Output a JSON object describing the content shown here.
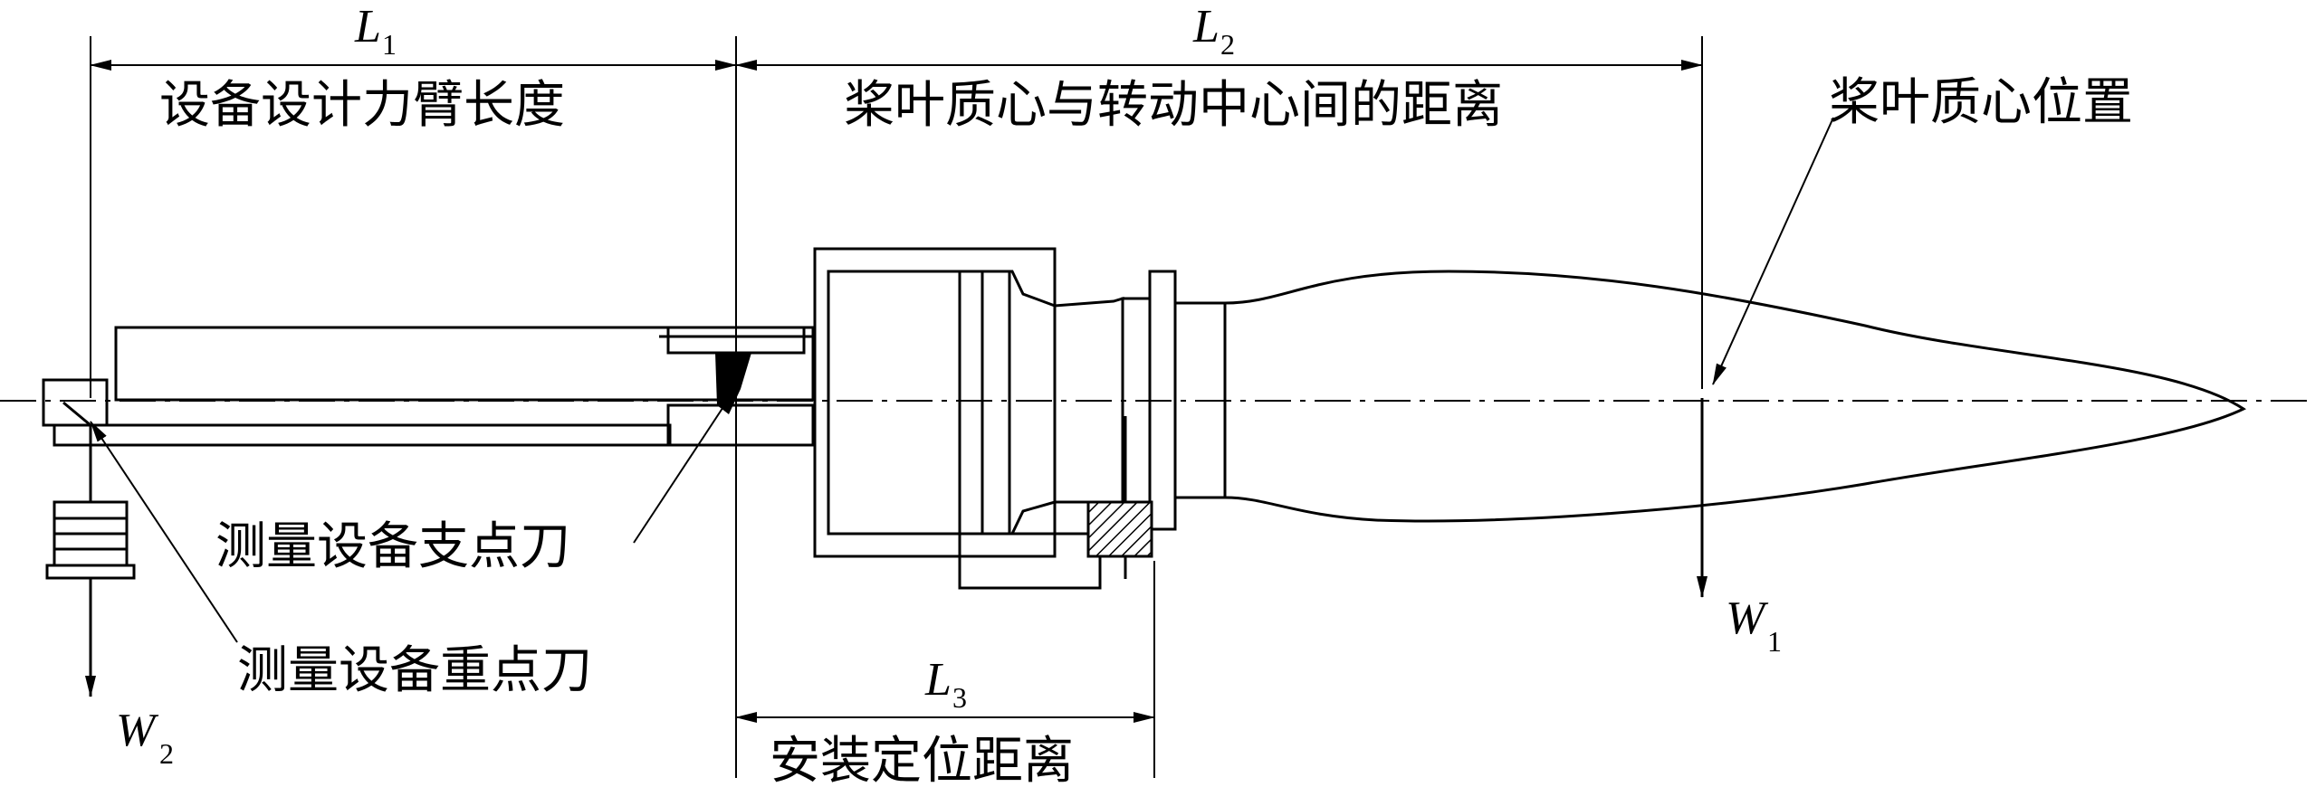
{
  "dimensions": {
    "l1": {
      "symbol": "L",
      "sub": "1",
      "label": "设备设计力臂长度"
    },
    "l2": {
      "symbol": "L",
      "sub": "2",
      "label": "桨叶质心与转动中心间的距离"
    },
    "l3": {
      "symbol": "L",
      "sub": "3",
      "label": "安装定位距离"
    }
  },
  "callouts": {
    "centroid": "桨叶质心位置",
    "fulcrum_knife": "测量设备支点刀",
    "weight_knife": "测量设备重点刀"
  },
  "forces": {
    "w1": {
      "symbol": "W",
      "sub": "1"
    },
    "w2": {
      "symbol": "W",
      "sub": "2"
    }
  }
}
